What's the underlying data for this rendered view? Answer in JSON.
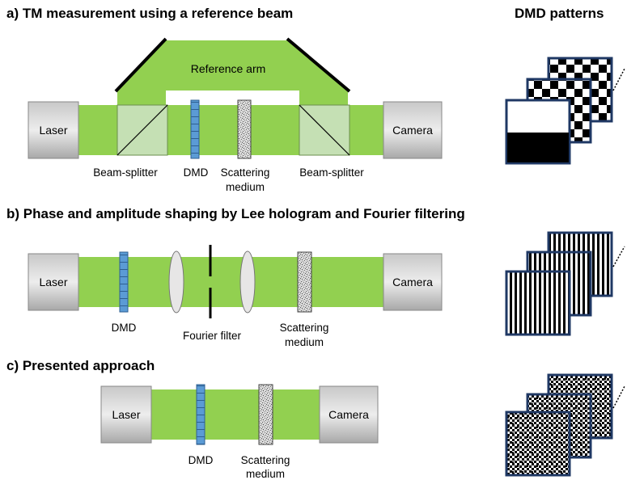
{
  "panel_a": {
    "title": "a) TM measurement using a reference beam",
    "reference_arm": "Reference arm",
    "laser": "Laser",
    "camera": "Camera",
    "beam_splitter_left": "Beam-splitter",
    "dmd": "DMD",
    "scattering_line1": "Scattering",
    "scattering_line2": "medium",
    "beam_splitter_right": "Beam-splitter"
  },
  "panel_b": {
    "title": "b) Phase and amplitude shaping by Lee hologram and Fourier filtering",
    "laser": "Laser",
    "camera": "Camera",
    "dmd": "DMD",
    "fourier_filter": "Fourier filter",
    "scattering_line1": "Scattering",
    "scattering_line2": "medium"
  },
  "panel_c": {
    "title": "c) Presented approach",
    "laser": "Laser",
    "camera": "Camera",
    "dmd": "DMD",
    "scattering_line1": "Scattering",
    "scattering_line2": "medium"
  },
  "dmd_patterns": {
    "title": "DMD patterns"
  },
  "colors": {
    "beam": "#92d050",
    "reference_beam": "#92d050",
    "dmd": "#5b9bd5",
    "pattern_border": "#1f3864"
  }
}
